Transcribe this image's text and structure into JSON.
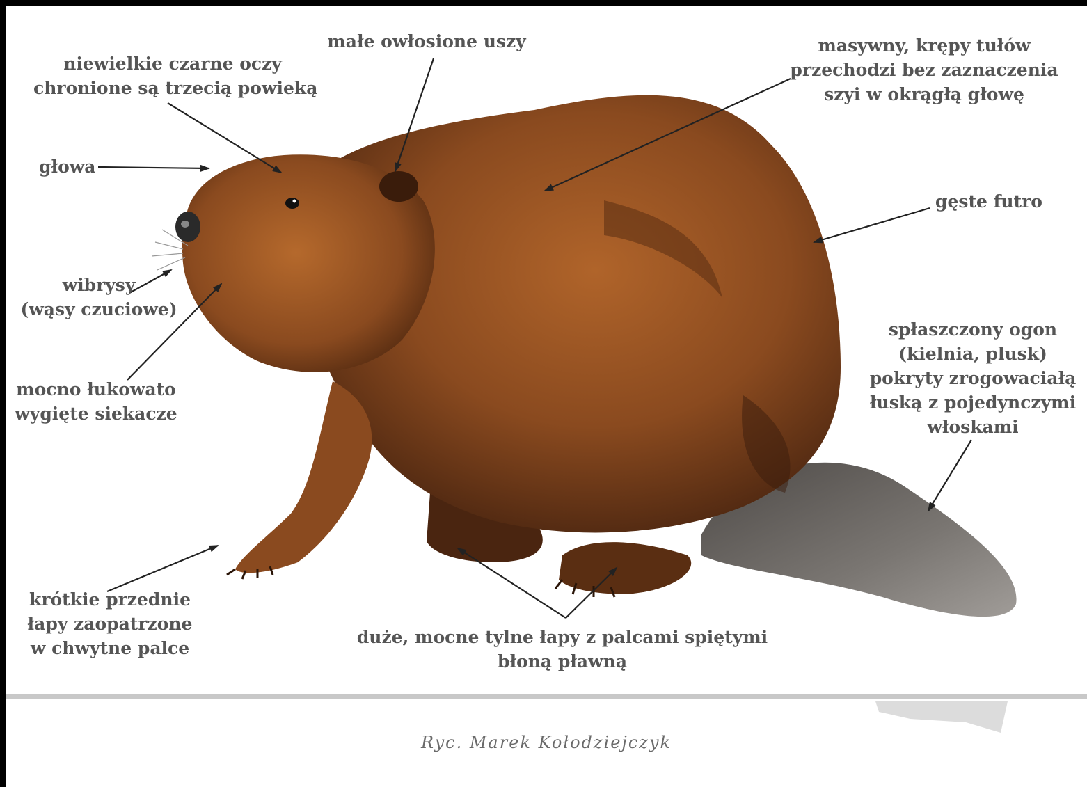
{
  "labels": {
    "glowa": "głowa",
    "oczy": "niewielkie czarne oczy\nchronione są trzecią powieką",
    "uszy": "małe owłosione uszy",
    "tulow": "masywny, krępy tułów\nprzechodzi bez zaznaczenia\nszyi w okrągłą głowę",
    "futro": "gęste futro",
    "wibrysy": "wibrysy\n(wąsy czuciowe)",
    "siekacze": "mocno łukowato\nwygięte siekacze",
    "ogon": "spłaszczony ogon\n(kielnia, plusk)\npokryty zrogowaciałą\nłuską z pojedynczymi\nwłoskami",
    "przednie_lapy": "krótkie przednie\nłapy zaopatrzone\nw chwytne palce",
    "tylne_lapy": "duże, mocne tylne łapy z palcami spiętymi\nbłoną pławną"
  },
  "credit": "Ryc. Marek Kołodziejczyk",
  "colors": {
    "fur": "#8a4a1f",
    "fur_dark": "#4a2510",
    "tail": "#6e6a66",
    "label": "#555555",
    "arrow": "#222222"
  }
}
